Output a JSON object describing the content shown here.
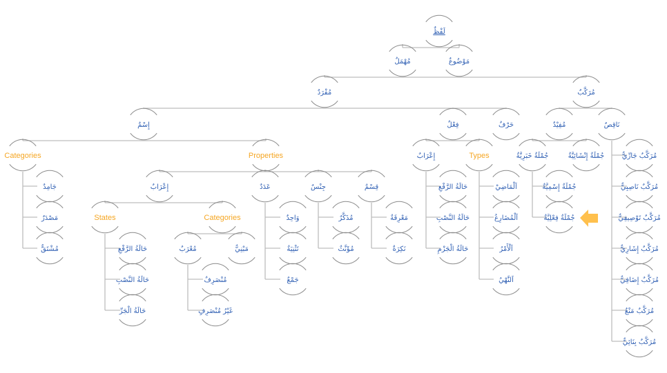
{
  "colors": {
    "arabic_label": "#2f5fb3",
    "category_label": "#f5a623",
    "connector": "#bdbdbd",
    "node_arc": "#8a8a8a",
    "highlight_arrow": "#ffc04d"
  },
  "diagram": {
    "type": "tree",
    "highlighted_node": "jumla-filiyya",
    "nodes": [
      {
        "id": "lafz",
        "label": "لَفْظٌ",
        "parent": null,
        "kind": "arabic",
        "underlined": true
      },
      {
        "id": "mawdu",
        "label": "مَوْضُوعٌ",
        "parent": "lafz",
        "kind": "arabic"
      },
      {
        "id": "muhmal",
        "label": "مُهْمَلٌ",
        "parent": "lafz",
        "kind": "arabic"
      },
      {
        "id": "mufrad",
        "label": "مُفْرَدٌ",
        "parent": "mawdu",
        "kind": "arabic"
      },
      {
        "id": "murakkab",
        "label": "مُرَكَّبٌ",
        "parent": "mawdu",
        "kind": "arabic"
      },
      {
        "id": "ism",
        "label": "إِسْمٌ",
        "parent": "mufrad",
        "kind": "arabic"
      },
      {
        "id": "fil",
        "label": "فِعْلٌ",
        "parent": "mufrad",
        "kind": "arabic"
      },
      {
        "id": "harf",
        "label": "حَرْفٌ",
        "parent": "mufrad",
        "kind": "arabic"
      },
      {
        "id": "mufid",
        "label": "مُفِيْدٌ",
        "parent": "murakkab",
        "kind": "arabic"
      },
      {
        "id": "naqis",
        "label": "نَاقِصٌ",
        "parent": "murakkab",
        "kind": "arabic"
      },
      {
        "id": "ism-categories",
        "label": "Categories",
        "parent": "ism",
        "kind": "category"
      },
      {
        "id": "ism-properties",
        "label": "Properties",
        "parent": "ism",
        "kind": "category"
      },
      {
        "id": "jamid",
        "label": "جَامِدٌ",
        "parent": "ism-categories",
        "kind": "arabic"
      },
      {
        "id": "masdar",
        "label": "مَصْدَرٌ",
        "parent": "ism-categories",
        "kind": "arabic"
      },
      {
        "id": "mushtaq",
        "label": "مُشْتَقٌّ",
        "parent": "ism-categories",
        "kind": "arabic"
      },
      {
        "id": "irab-ism",
        "label": "إِعْرَابٌ",
        "parent": "ism-properties",
        "kind": "arabic"
      },
      {
        "id": "adad",
        "label": "عَدَدٌ",
        "parent": "ism-properties",
        "kind": "arabic"
      },
      {
        "id": "jins",
        "label": "جِنْسٌ",
        "parent": "ism-properties",
        "kind": "arabic"
      },
      {
        "id": "qism",
        "label": "قِسْمٌ",
        "parent": "ism-properties",
        "kind": "arabic"
      },
      {
        "id": "states",
        "label": "States",
        "parent": "irab-ism",
        "kind": "category"
      },
      {
        "id": "irab-categories",
        "label": "Categories",
        "parent": "irab-ism",
        "kind": "category"
      },
      {
        "id": "ism-raf",
        "label": "حَالَةُ الرَّفْعِ",
        "parent": "states",
        "kind": "arabic"
      },
      {
        "id": "ism-nasb",
        "label": "حَالَةُ النَّصْبِ",
        "parent": "states",
        "kind": "arabic"
      },
      {
        "id": "ism-jarr",
        "label": "حَالَةُ الْجَرِّ",
        "parent": "states",
        "kind": "arabic"
      },
      {
        "id": "murab",
        "label": "مُعْرَبٌ",
        "parent": "irab-categories",
        "kind": "arabic"
      },
      {
        "id": "mabni",
        "label": "مَبْنِيٌّ",
        "parent": "irab-categories",
        "kind": "arabic"
      },
      {
        "id": "munsarif",
        "label": "مُنْصَرِفٌ",
        "parent": "murab",
        "kind": "arabic"
      },
      {
        "id": "ghayr-munsarif",
        "label": "غَيْرُ مُنْصَرِفٍ",
        "parent": "murab",
        "kind": "arabic"
      },
      {
        "id": "wahid",
        "label": "وَاحِدٌ",
        "parent": "adad",
        "kind": "arabic"
      },
      {
        "id": "tathniya",
        "label": "تَثْنِيَةٌ",
        "parent": "adad",
        "kind": "arabic"
      },
      {
        "id": "jam",
        "label": "جَمْعٌ",
        "parent": "adad",
        "kind": "arabic"
      },
      {
        "id": "mudhakkar",
        "label": "مُذَكَّرٌ",
        "parent": "jins",
        "kind": "arabic"
      },
      {
        "id": "muannath",
        "label": "مُؤَنَّثٌ",
        "parent": "jins",
        "kind": "arabic"
      },
      {
        "id": "marifa",
        "label": "مَعْرِفَةٌ",
        "parent": "qism",
        "kind": "arabic"
      },
      {
        "id": "nakira",
        "label": "نَكِرَةٌ",
        "parent": "qism",
        "kind": "arabic"
      },
      {
        "id": "irab-fil",
        "label": "إِعْرَابٌ",
        "parent": "fil",
        "kind": "arabic"
      },
      {
        "id": "types",
        "label": "Types",
        "parent": "fil",
        "kind": "category"
      },
      {
        "id": "fil-raf",
        "label": "حَالَةُ الرَّفْعِ",
        "parent": "irab-fil",
        "kind": "arabic"
      },
      {
        "id": "fil-nasb",
        "label": "حَالَةُ النَّصْبِ",
        "parent": "irab-fil",
        "kind": "arabic"
      },
      {
        "id": "fil-jazm",
        "label": "حَالَةُ الْجَزْمِ",
        "parent": "irab-fil",
        "kind": "arabic"
      },
      {
        "id": "madi",
        "label": "اَلْمَاضِيْ",
        "parent": "types",
        "kind": "arabic"
      },
      {
        "id": "mudari",
        "label": "اَلْمُضَارِعُ",
        "parent": "types",
        "kind": "arabic"
      },
      {
        "id": "amr",
        "label": "اَلْأَمْرُ",
        "parent": "types",
        "kind": "arabic"
      },
      {
        "id": "nahy",
        "label": "اَلنَّهْيُ",
        "parent": "types",
        "kind": "arabic"
      },
      {
        "id": "jumla-khabariyya",
        "label": "جُمْلَةٌ خَبَرِيَّةٌ",
        "parent": "mufid",
        "kind": "arabic"
      },
      {
        "id": "jumla-inshaiyya",
        "label": "جُمْلَةٌ إِنْشَائِيَّةٌ",
        "parent": "mufid",
        "kind": "arabic"
      },
      {
        "id": "jumla-ismiyya",
        "label": "جُمْلَةٌ إِسْمِيَّةٌ",
        "parent": "jumla-khabariyya",
        "kind": "arabic"
      },
      {
        "id": "jumla-filiyya",
        "label": "جُمْلَةٌ فِعْلِيَّةٌ",
        "parent": "jumla-khabariyya",
        "kind": "arabic"
      },
      {
        "id": "murakkab-jari",
        "label": "مُرَكَّبٌ جَارِّيٌّ",
        "parent": "naqis",
        "kind": "arabic"
      },
      {
        "id": "murakkab-nasibi",
        "label": "مُرَكَّبٌ نَاصِبِيٌّ",
        "parent": "naqis",
        "kind": "arabic"
      },
      {
        "id": "murakkab-tawsifi",
        "label": "مُرَكَّبٌ تَوْصِيفِيٌّ",
        "parent": "naqis",
        "kind": "arabic"
      },
      {
        "id": "murakkab-ishari",
        "label": "مُرَكَّبٌ إِشَارِيٌّ",
        "parent": "naqis",
        "kind": "arabic"
      },
      {
        "id": "murakkab-idafi",
        "label": "مُرَكَّبٌ إِضَافِيٌّ",
        "parent": "naqis",
        "kind": "arabic"
      },
      {
        "id": "murakkab-mana",
        "label": "مُرَكَّبٌ مَنْعٌ",
        "parent": "naqis",
        "kind": "arabic"
      },
      {
        "id": "murakkab-binai",
        "label": "مُرَكَّبٌ بِنَائِيٌّ",
        "parent": "naqis",
        "kind": "arabic"
      }
    ]
  }
}
